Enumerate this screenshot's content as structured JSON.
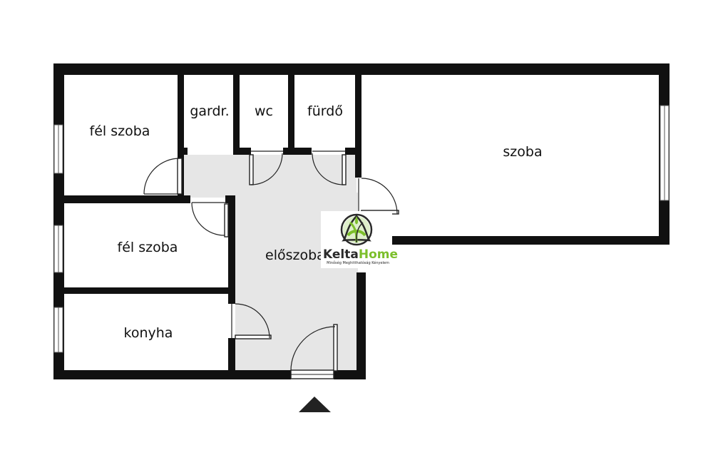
{
  "plan": {
    "rooms": [
      {
        "id": "fel-szoba-1",
        "label": "fél szoba"
      },
      {
        "id": "gardrob",
        "label": "gardr."
      },
      {
        "id": "wc",
        "label": "wc"
      },
      {
        "id": "furdo",
        "label": "fürdő"
      },
      {
        "id": "szoba",
        "label": "szoba"
      },
      {
        "id": "fel-szoba-2",
        "label": "fél szoba"
      },
      {
        "id": "eloszoba",
        "label": "előszoba"
      },
      {
        "id": "konyha",
        "label": "konyha"
      }
    ],
    "colors": {
      "wall": "#111111",
      "hall_floor": "#e6e6e6",
      "background": "#ffffff"
    }
  },
  "logo": {
    "name_part1": "Kelta",
    "name_part2": "Home",
    "tagline": "Minőség Meghitthatóság Kényelem",
    "colors": {
      "green": "#7cbf2b",
      "dark": "#2a2a2a"
    }
  }
}
